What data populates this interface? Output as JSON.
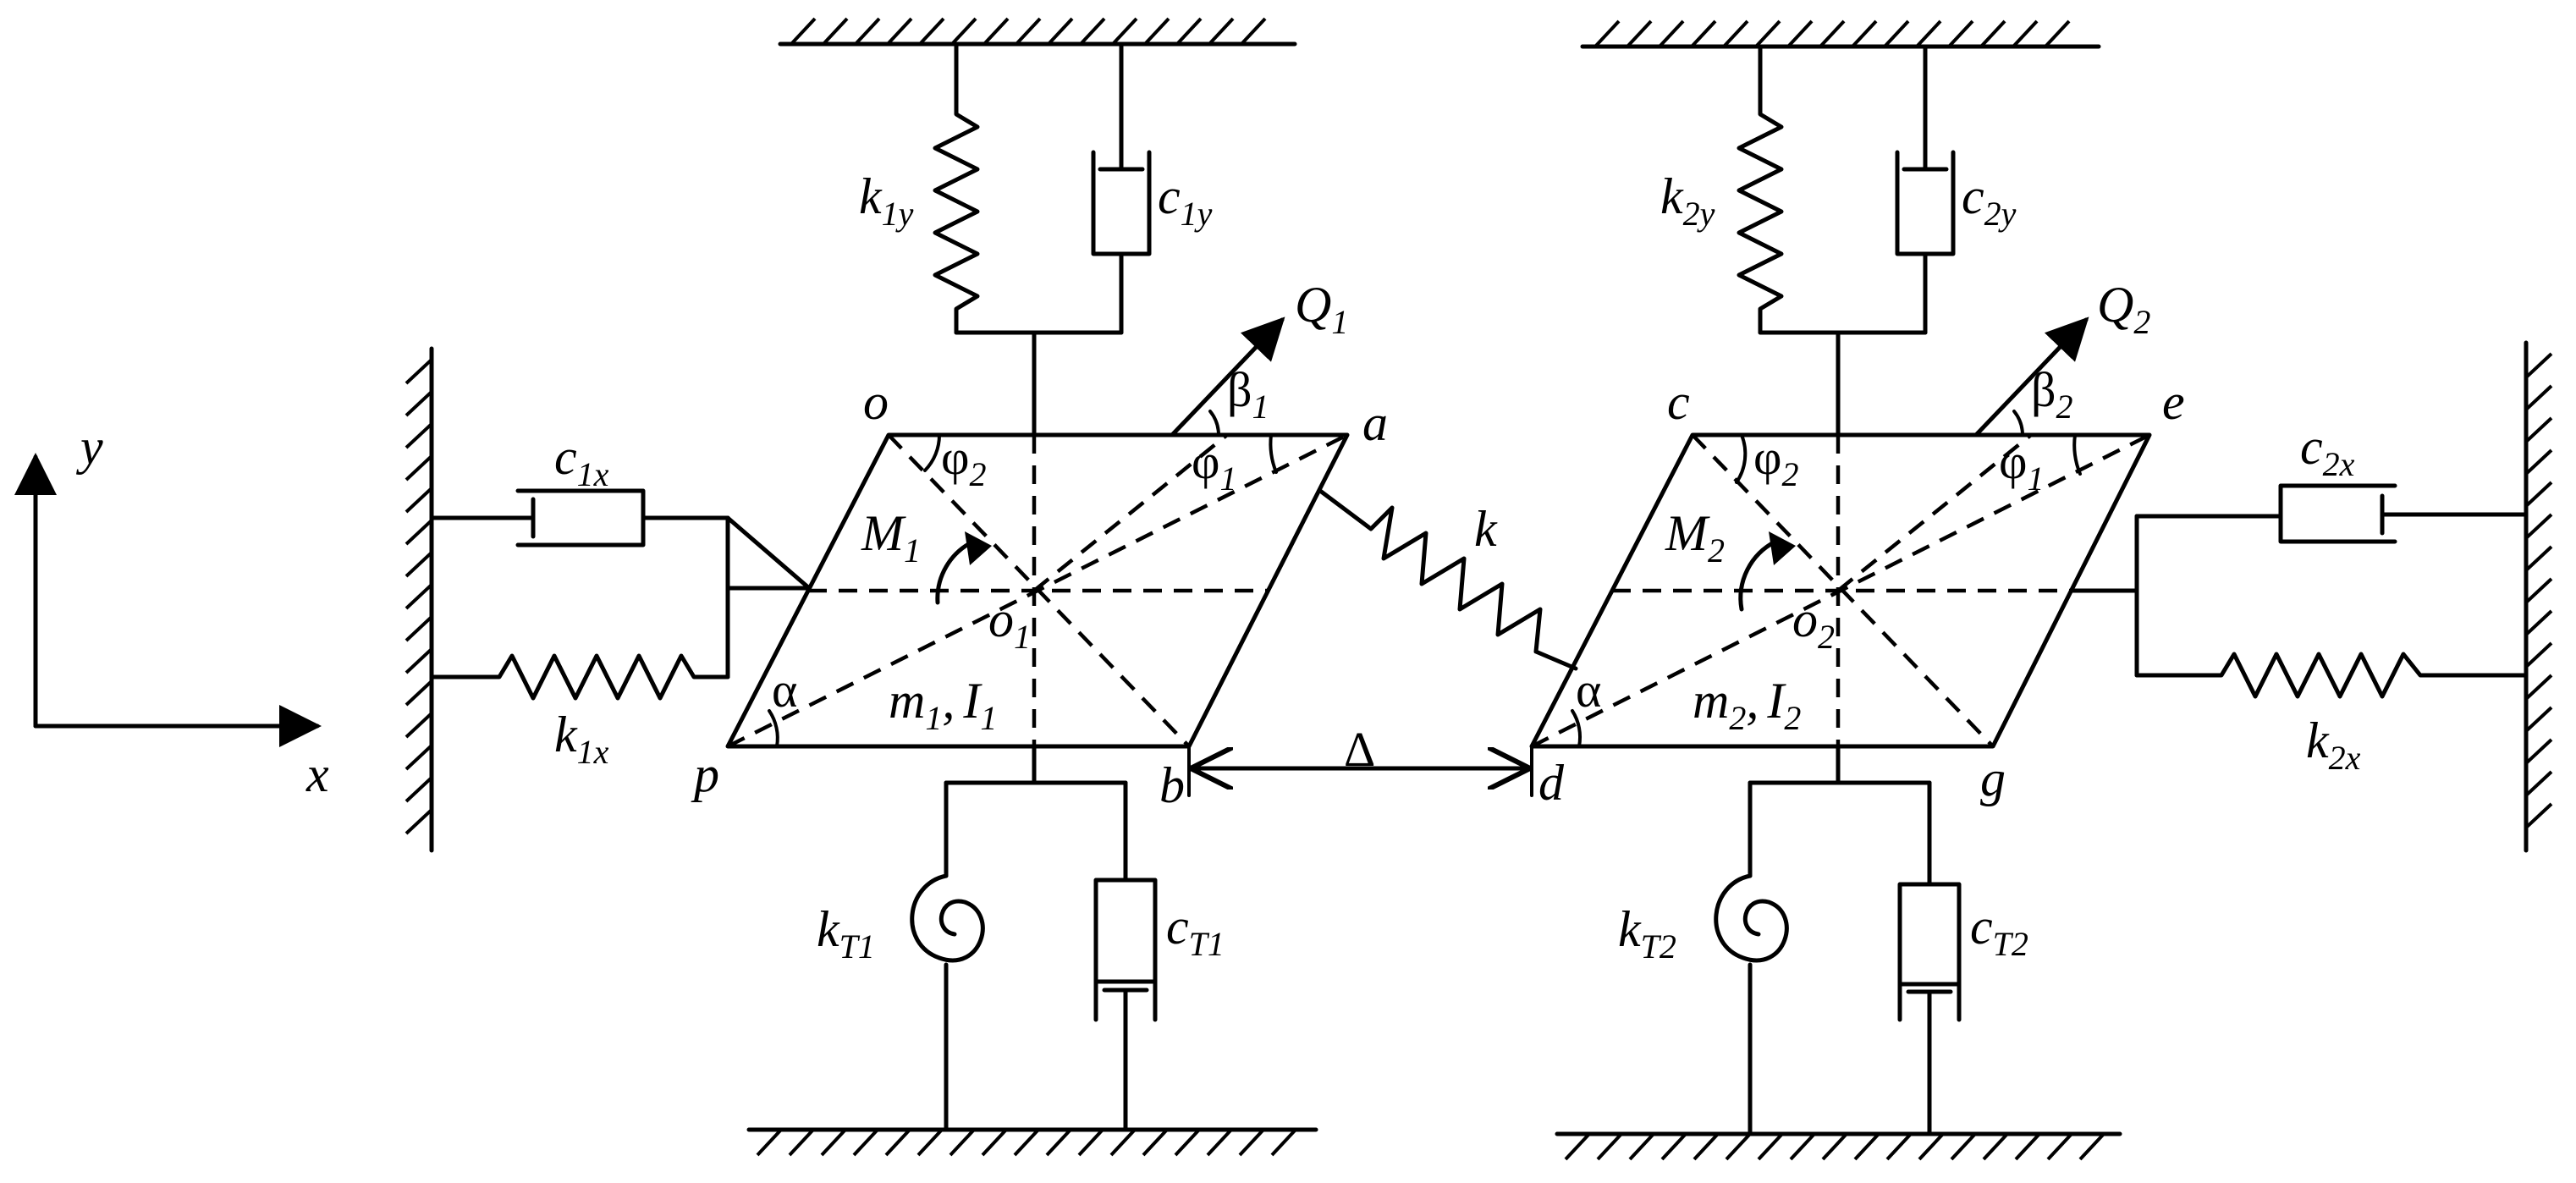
{
  "axes": {
    "x": "x",
    "y": "y"
  },
  "body1": {
    "corners": {
      "o": "o",
      "a": "a",
      "b": "b",
      "p": "p"
    },
    "center": {
      "main": "o",
      "sub": "1"
    },
    "mass": {
      "m": "m",
      "m_sub": "1",
      "sep": ",",
      "i": "I",
      "i_sub": "1"
    },
    "moment": {
      "main": "M",
      "sub": "1"
    },
    "force": {
      "main": "Q",
      "sub": "1"
    },
    "angle_beta": {
      "main": "β",
      "sub": "1"
    },
    "angle_phi_left": {
      "main": "φ",
      "sub": "2"
    },
    "angle_phi_right": {
      "main": "φ",
      "sub": "1"
    },
    "angle_alpha": "α",
    "spring_y": {
      "main": "k",
      "sub": "1y"
    },
    "damper_y": {
      "main": "c",
      "sub": "1y"
    },
    "spring_x": {
      "main": "k",
      "sub": "1x"
    },
    "damper_x": {
      "main": "c",
      "sub": "1x"
    },
    "torsion_spring": {
      "main": "k",
      "sub": "T1"
    },
    "torsion_damper": {
      "main": "c",
      "sub": "T1"
    }
  },
  "body2": {
    "corners": {
      "c": "c",
      "e": "e",
      "g": "g",
      "d": "d"
    },
    "center": {
      "main": "o",
      "sub": "2"
    },
    "mass": {
      "m": "m",
      "m_sub": "2",
      "sep": ",",
      "i": "I",
      "i_sub": "2"
    },
    "moment": {
      "main": "M",
      "sub": "2"
    },
    "force": {
      "main": "Q",
      "sub": "2"
    },
    "angle_beta": {
      "main": "β",
      "sub": "2"
    },
    "angle_phi_left": {
      "main": "φ",
      "sub": "2"
    },
    "angle_phi_right": {
      "main": "φ",
      "sub": "1"
    },
    "angle_alpha": "α",
    "spring_y": {
      "main": "k",
      "sub": "2y"
    },
    "damper_y": {
      "main": "c",
      "sub": "2y"
    },
    "spring_x": {
      "main": "k",
      "sub": "2x"
    },
    "damper_x": {
      "main": "c",
      "sub": "2x"
    },
    "torsion_spring": {
      "main": "k",
      "sub": "T2"
    },
    "torsion_damper": {
      "main": "c",
      "sub": "T2"
    }
  },
  "coupling_spring": "k",
  "gap": "Δ"
}
